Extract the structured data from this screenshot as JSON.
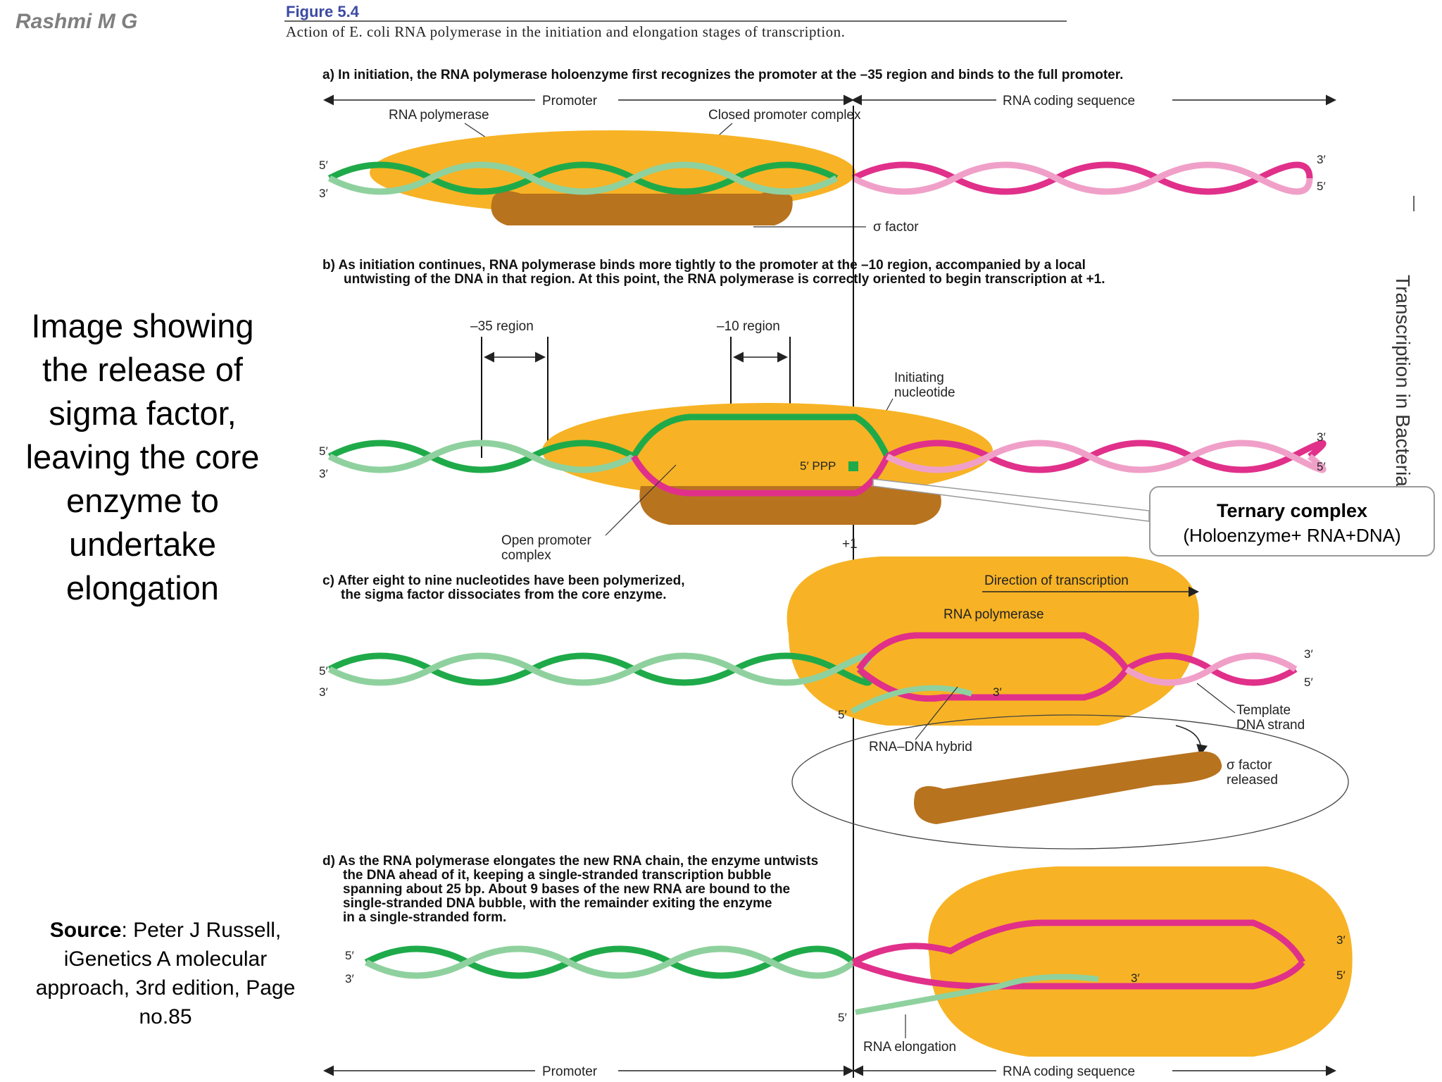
{
  "author": "Rashmi M G",
  "caption": "Image showing the release of sigma factor, leaving the core enzyme to undertake elongation",
  "source": {
    "label": "Source",
    "text": ": Peter J Russell, iGenetics A molecular approach, 3rd edition, Page no.85"
  },
  "callout": {
    "title": "Ternary complex",
    "subtitle": "(Holoenzyme+ RNA+DNA)"
  },
  "side_title": "Transcription in Bacteria",
  "figure": {
    "number": "Figure 5.4",
    "title": "Action of E. coli RNA polymerase in the initiation and elongation stages of transcription.",
    "a": {
      "text": "a) In initiation, the RNA polymerase holoenzyme first recognizes the promoter at the –35 region and binds to the full promoter.",
      "promoter": "Promoter",
      "coding": "RNA coding sequence",
      "rnap": "RNA polymerase",
      "closed": "Closed promoter complex",
      "sigma": "σ factor"
    },
    "b": {
      "text1": "b) As initiation continues, RNA polymerase binds more tightly to the promoter at the –10 region, accompanied by a local",
      "text2": "untwisting of the DNA in that region. At this point, the RNA polymerase is correctly oriented to begin transcription at +1.",
      "r35": "–35 region",
      "r10": "–10 region",
      "init1": "Initiating",
      "init2": "nucleotide",
      "ppp": "5′ PPP",
      "open1": "Open promoter",
      "open2": "complex",
      "plus1": "+1"
    },
    "c": {
      "text1": "c) After eight to nine nucleotides have been polymerized,",
      "text2": "the sigma factor dissociates from the core enzyme.",
      "direction": "Direction of transcription",
      "rnap": "RNA polymerase",
      "template1": "Template",
      "template2": "DNA strand",
      "hybrid": "RNA–DNA hybrid",
      "sigma1": "σ factor",
      "sigma2": "released"
    },
    "d": {
      "text1": "d) As the RNA polymerase elongates the new RNA chain, the enzyme untwists",
      "text2": "the DNA ahead of it, keeping a single-stranded transcription bubble",
      "text3": "spanning about 25 bp. About 9 bases of the new RNA are bound to the",
      "text4": "single-stranded DNA bubble, with the remainder exiting the enzyme",
      "text5": "in a single-stranded form.",
      "elong": "RNA elongation",
      "promoter": "Promoter",
      "coding": "RNA coding sequence"
    },
    "primes": {
      "p5": "5′",
      "p3": "3′"
    }
  },
  "colors": {
    "dna_green": "#1faa4a",
    "dna_light": "#8fd19e",
    "rna_pink": "#e0308a",
    "rna_light": "#f0a0c8",
    "enzyme": "#f7b325",
    "sigma": "#b8731f"
  }
}
